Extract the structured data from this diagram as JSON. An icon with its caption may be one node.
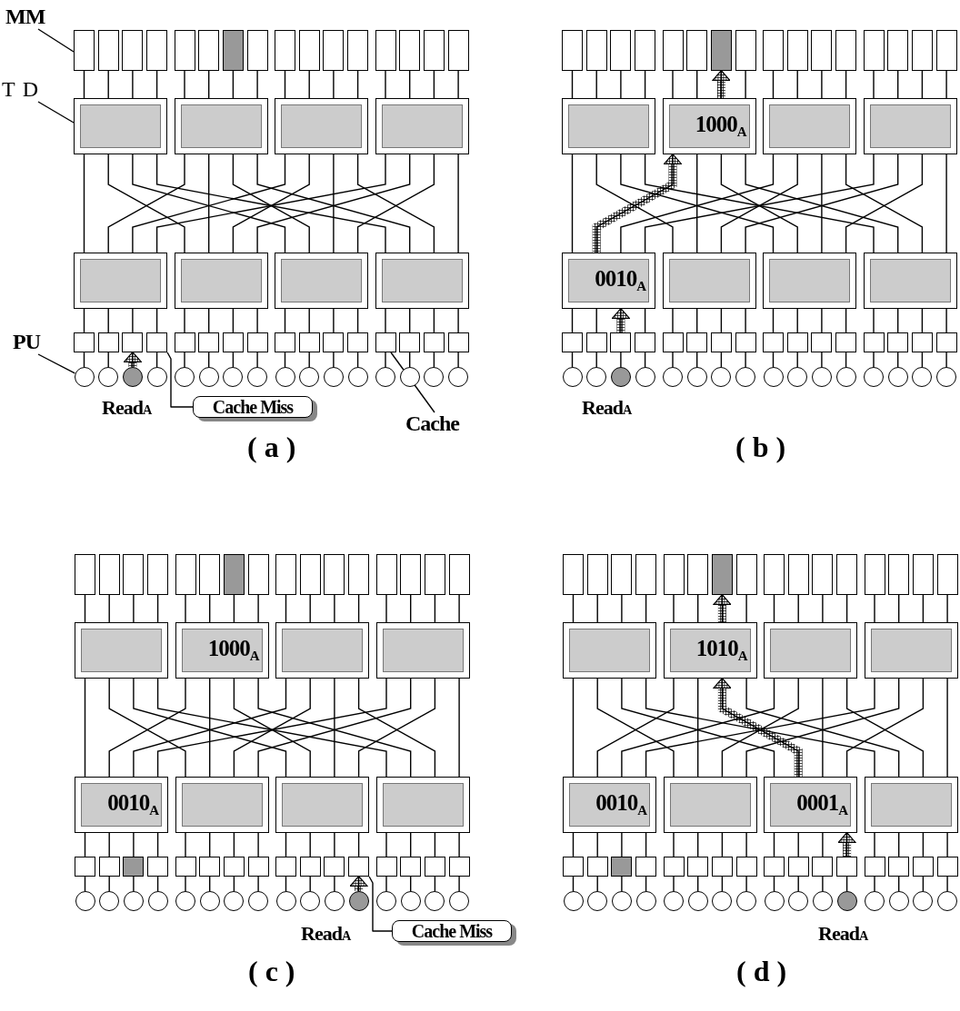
{
  "diagram": {
    "nodes": [
      {
        "text": [],
        "shape": "box"
      },
      {
        "text": [],
        "shape": "box"
      },
      {
        "text": [],
        "shape": "box"
      },
      {
        "text": [],
        "shape": "box"
      },
      {
        "text": [],
        "shape": "box"
      },
      {
        "text": [],
        "shape": "box"
      },
      {
        "text": [],
        "shape": "box"
      },
      {
        "text": [],
        "shape": "box"
      },
      {
        "text": [],
        "shape": "box"
      },
      {
        "text": [],
        "shape": "box"
      },
      {
        "text": [],
        "shape": "box"
      },
      {
        "text": [],
        "shape": "box"
      },
      {
        "text": [],
        "shape": "box"
      },
      {
        "text": [],
        "shape": "box"
      },
      {
        "text": [],
        "shape": "box"
      },
      {
        "text": [],
        "shape": "box"
      },
      {
        "text": [],
        "shape": "box"
      },
      {
        "text": [],
        "shape": "box"
      },
      {
        "text": [],
        "shape": "box"
      },
      {
        "text": [],
        "shape": "box"
      },
      {
        "text": [],
        "shape": "box"
      },
      {
        "text": [],
        "shape": "box"
      },
      {
        "text": [],
        "shape": "box"
      },
      {
        "text": [],
        "shape": "box"
      },
      {
        "text": [],
        "shape": "box"
      },
      {
        "text": [],
        "shape": "box"
      },
      {
        "text": [],
        "shape": "box"
      },
      {
        "text": [],
        "shape": "box"
      },
      {
        "text": [],
        "shape": "box"
      },
      {
        "text": [],
        "shape": "box"
      },
      {
        "text": [],
        "shape": "box"
      },
      {
        "text": [],
        "shape": "box"
      },
      {
        "text": [],
        "shape": "box"
      },
      {
        "text": [],
        "shape": "box"
      },
      {
        "text": [],
        "shape": "box"
      },
      {
        "text": [],
        "shape": "box"
      },
      {
        "text": [],
        "shape": "box"
      },
      {
        "text": [],
        "shape": "box"
      },
      {
        "text": [],
        "shape": "box"
      },
      {
        "text": [],
        "shape": "box"
      },
      {
        "text": [],
        "shape": "circle"
      },
      {
        "text": [],
        "shape": "circle"
      },
      {
        "text": [],
        "shape": "circle"
      },
      {
        "text": [],
        "shape": "circle"
      },
      {
        "text": [],
        "shape": "circle"
      },
      {
        "text": [],
        "shape": "circle"
      },
      {
        "text": [],
        "shape": "circle"
      },
      {
        "text": [],
        "shape": "circle"
      },
      {
        "text": [],
        "shape": "circle"
      },
      {
        "text": [],
        "shape": "circle"
      },
      {
        "text": [],
        "shape": "circle"
      },
      {
        "text": [],
        "shape": "circle"
      },
      {
        "text": [],
        "shape": "circle"
      },
      {
        "text": [],
        "shape": "circle"
      },
      {
        "text": [],
        "shape": "circle"
      },
      {
        "text": [],
        "shape": "circle"
      },
      {
        "text": [],
        "shape": "box"
      },
      {
        "text": [],
        "shape": "box"
      },
      {
        "text": [],
        "shape": "box"
      },
      {
        "text": [],
        "shape": "box"
      },
      {
        "text": [],
        "shape": "box"
      },
      {
        "text": [],
        "shape": "box"
      },
      {
        "text": [],
        "shape": "box"
      },
      {
        "text": [],
        "shape": "box"
      },
      {
        "text": [],
        "shape": "box"
      },
      {
        "text": [],
        "shape": "box"
      },
      {
        "text": [],
        "shape": "box"
      },
      {
        "text": [],
        "shape": "box"
      },
      {
        "text": [],
        "shape": "box"
      },
      {
        "text": [],
        "shape": "box"
      },
      {
        "text": [],
        "shape": "box"
      },
      {
        "text": [],
        "shape": "box"
      },
      {
        "text": [],
        "shape": "box"
      },
      {
        "text": [
          "1000$_{A}$"
        ]
      },
      {
        "text": [],
        "shape": "box"
      },
      {
        "text": [],
        "shape": "box"
      },
      {
        "text": [
          "0010$_{A}$"
        ]
      },
      {
        "text": [],
        "shape": "box"
      },
      {
        "text": [],
        "shape": "box"
      },
      {
        "text": [],
        "shape": "box"
      },
      {
        "text": [],
        "shape": "box"
      },
      {
        "text": [],
        "shape": "box"
      },
      {
        "text": [],
        "shape": "box"
      },
      {
        "text": [],
        "shape": "box"
      },
      {
        "text": [],
        "shape": "box"
      },
      {
        "text": [],
        "shape": "box"
      },
      {
        "text": [],
        "shape": "box"
      },
      {
        "text": [],
        "shape": "box"
      },
      {
        "text": [],
        "shape": "box"
      },
      {
        "text": [],
        "shape": "box"
      },
      {
        "text": [],
        "shape": "box"
      },
      {
        "text": [],
        "shape": "box"
      },
      {
        "text": [],
        "shape": "box"
      },
      {
        "text": [],
        "shape": "box"
      },
      {
        "text": [],
        "shape": "box"
      },
      {
        "text": [],
        "shape": "box"
      },
      {
        "text": [],
        "shape": "circle"
      },
      {
        "text": [],
        "shape": "circle"
      },
      {
        "text": [],
        "shape": "circle"
      },
      {
        "text": [],
        "shape": "circle"
      },
      {
        "text": [],
        "shape": "circle"
      },
      {
        "text": [],
        "shape": "circle"
      },
      {
        "text": [],
        "shape": "circle"
      },
      {
        "text": [],
        "shape": "circle"
      },
      {
        "text": [],
        "shape": "circle"
      },
      {
        "text": [],
        "shape": "circle"
      },
      {
        "text": [],
        "shape": "circle"
      },
      {
        "text": [],
        "shape": "circle"
      },
      {
        "text": [],
        "shape": "circle"
      },
      {
        "text": [],
        "shape": "circle"
      },
      {
        "text": [],
        "shape": "circle"
      },
      {
        "text": [],
        "shape": "circle"
      },
      {
        "text": [],
        "shape": "box"
      },
      {
        "text": [],
        "shape": "box"
      },
      {
        "text": [],
        "shape": "box"
      },
      {
        "text": [],
        "shape": "box"
      },
      {
        "text": [],
        "shape": "box"
      },
      {
        "text": [],
        "shape": "box"
      },
      {
        "text": [],
        "shape": "box"
      },
      {
        "text": [],
        "shape": "box"
      },
      {
        "text": [],
        "shape": "box"
      },
      {
        "text": [],
        "shape": "box"
      },
      {
        "text": [],
        "shape": "box"
      },
      {
        "text": [],
        "shape": "box"
      },
      {
        "text": [],
        "shape": "box"
      },
      {
        "text": [],
        "shape": "box"
      },
      {
        "text": [],
        "shape": "box"
      },
      {
        "text": [],
        "shape": "box"
      },
      {
        "text": [],
        "shape": "box"
      },
      {
        "text": [
          "1000$_{A}$"
        ]
      },
      {
        "text": [],
        "shape": "box"
      },
      {
        "text": [],
        "shape": "box"
      },
      {
        "text": [
          "0010$_{A}$"
        ]
      },
      {
        "text": [],
        "shape": "box"
      },
      {
        "text": [],
        "shape": "box"
      },
      {
        "text": [],
        "shape": "box"
      },
      {
        "text": [],
        "shape": "box"
      },
      {
        "text": [],
        "shape": "box"
      },
      {
        "text": [],
        "shape": "box"
      },
      {
        "text": [],
        "shape": "box"
      },
      {
        "text": [],
        "shape": "box"
      },
      {
        "text": [],
        "shape": "box"
      },
      {
        "text": [],
        "shape": "box"
      },
      {
        "text": [],
        "shape": "box"
      },
      {
        "text": [],
        "shape": "box"
      },
      {
        "text": [],
        "shape": "box"
      },
      {
        "text": [],
        "shape": "box"
      },
      {
        "text": [],
        "shape": "box"
      },
      {
        "text": [],
        "shape": "box"
      },
      {
        "text": [],
        "shape": "box"
      },
      {
        "text": [],
        "shape": "box"
      },
      {
        "text": [],
        "shape": "box"
      },
      {
        "text": [],
        "shape": "circle"
      },
      {
        "text": [],
        "shape": "circle"
      },
      {
        "text": [],
        "shape": "circle"
      },
      {
        "text": [],
        "shape": "circle"
      },
      {
        "text": [],
        "shape": "circle"
      },
      {
        "text": [],
        "shape": "circle"
      },
      {
        "text": [],
        "shape": "circle"
      },
      {
        "text": [],
        "shape": "circle"
      },
      {
        "text": [],
        "shape": "circle"
      },
      {
        "text": [],
        "shape": "circle"
      },
      {
        "text": [],
        "shape": "circle"
      },
      {
        "text": [],
        "shape": "circle"
      },
      {
        "text": [],
        "shape": "circle"
      },
      {
        "text": [],
        "shape": "circle"
      },
      {
        "text": [],
        "shape": "circle"
      },
      {
        "text": [],
        "shape": "circle"
      },
      {
        "text": [],
        "shape": "box"
      },
      {
        "text": [],
        "shape": "box"
      },
      {
        "text": [],
        "shape": "box"
      },
      {
        "text": [],
        "shape": "box"
      },
      {
        "text": [],
        "shape": "box"
      },
      {
        "text": [],
        "shape": "box"
      },
      {
        "text": [],
        "shape": "box"
      },
      {
        "text": [],
        "shape": "box"
      },
      {
        "text": [],
        "shape": "box"
      },
      {
        "text": [],
        "shape": "box"
      },
      {
        "text": [],
        "shape": "box"
      },
      {
        "text": [],
        "shape": "box"
      },
      {
        "text": [],
        "shape": "box"
      },
      {
        "text": [],
        "shape": "box"
      },
      {
        "text": [],
        "shape": "box"
      },
      {
        "text": [],
        "shape": "box"
      },
      {
        "text": [],
        "shape": "box"
      },
      {
        "text": [
          "1010$_{A}$"
        ]
      },
      {
        "text": [],
        "shape": "box"
      },
      {
        "text": [],
        "shape": "box"
      },
      {
        "text": [
          "0010$_{A}$"
        ]
      },
      {
        "text": [],
        "shape": "box"
      },
      {
        "text": [
          "0001$_{A}$"
        ]
      },
      {
        "text": [],
        "shape": "box"
      },
      {
        "text": [],
        "shape": "box"
      },
      {
        "text": [],
        "shape": "box"
      },
      {
        "text": [],
        "shape": "box"
      },
      {
        "text": [],
        "shape": "box"
      },
      {
        "text": [],
        "shape": "box"
      },
      {
        "text": [],
        "shape": "box"
      },
      {
        "text": [],
        "shape": "box"
      },
      {
        "text": [],
        "shape": "box"
      },
      {
        "text": [],
        "shape": "box"
      },
      {
        "text": [],
        "shape": "box"
      },
      {
        "text": [],
        "shape": "box"
      },
      {
        "text": [],
        "shape": "box"
      },
      {
        "text": [],
        "shape": "box"
      },
      {
        "text": [],
        "shape": "box"
      },
      {
        "text": [],
        "shape": "box"
      },
      {
        "text": [],
        "shape": "box"
      },
      {
        "text": [],
        "shape": "circle"
      },
      {
        "text": [],
        "shape": "circle"
      },
      {
        "text": [],
        "shape": "circle"
      },
      {
        "text": [],
        "shape": "circle"
      },
      {
        "text": [],
        "shape": "circle"
      },
      {
        "text": [],
        "shape": "circle"
      },
      {
        "text": [],
        "shape": "circle"
      },
      {
        "text": [],
        "shape": "circle"
      },
      {
        "text": [],
        "shape": "circle"
      },
      {
        "text": [],
        "shape": "circle"
      },
      {
        "text": [],
        "shape": "circle"
      },
      {
        "text": [],
        "shape": "circle"
      },
      {
        "text": [],
        "shape": "circle"
      },
      {
        "text": [],
        "shape": "circle"
      },
      {
        "text": [],
        "shape": "circle"
      },
      {
        "text": [],
        "shape": "circle"
      },
      {
        "text": [
          "MM"
        ]
      },
      {
        "text": [
          "TD"
        ]
      },
      {
        "text": [
          "PU"
        ]
      },
      {
        "text": [
          "Cache"
        ]
      },
      {
        "text": [
          "Cache Miss"
        ]
      },
      {
        "text": [
          "Cache Miss"
        ]
      }
    ],
    "edges": [
      {
        "from": 0,
        "to": 16,
        "arrow": "none"
      },
      {
        "from": 1,
        "to": 16,
        "arrow": "none"
      },
      {
        "from": 2,
        "to": 16,
        "arrow": "none"
      },
      {
        "from": 3,
        "to": 16,
        "arrow": "none"
      },
      {
        "from": 4,
        "to": 17,
        "arrow": "none"
      },
      {
        "from": 5,
        "to": 17,
        "arrow": "none"
      },
      {
        "from": 6,
        "to": 17,
        "arrow": "none"
      },
      {
        "from": 7,
        "to": 17,
        "arrow": "none"
      },
      {
        "from": 8,
        "to": 18,
        "arrow": "none"
      },
      {
        "from": 9,
        "to": 18,
        "arrow": "none"
      },
      {
        "from": 10,
        "to": 18,
        "arrow": "none"
      },
      {
        "from": 11,
        "to": 18,
        "arrow": "none"
      },
      {
        "from": 12,
        "to": 19,
        "arrow": "none"
      },
      {
        "from": 13,
        "to": 19,
        "arrow": "none"
      },
      {
        "from": 14,
        "to": 19,
        "arrow": "none"
      },
      {
        "from": 15,
        "to": 19,
        "arrow": "none"
      },
      {
        "from": 16,
        "to": 20,
        "arrow": "none"
      },
      {
        "from": 16,
        "to": 21,
        "arrow": "none"
      },
      {
        "from": 16,
        "to": 22,
        "arrow": "none"
      },
      {
        "from": 16,
        "to": 23,
        "arrow": "none"
      },
      {
        "from": 17,
        "to": 20,
        "arrow": "none"
      },
      {
        "from": 17,
        "to": 21,
        "arrow": "none"
      },
      {
        "from": 17,
        "to": 22,
        "arrow": "none"
      },
      {
        "from": 17,
        "to": 23,
        "arrow": "none"
      },
      {
        "from": 18,
        "to": 20,
        "arrow": "none"
      },
      {
        "from": 18,
        "to": 21,
        "arrow": "none"
      },
      {
        "from": 18,
        "to": 22,
        "arrow": "none"
      },
      {
        "from": 18,
        "to": 23,
        "arrow": "none"
      },
      {
        "from": 19,
        "to": 20,
        "arrow": "none"
      },
      {
        "from": 19,
        "to": 21,
        "arrow": "none"
      },
      {
        "from": 19,
        "to": 22,
        "arrow": "none"
      },
      {
        "from": 19,
        "to": 23,
        "arrow": "none"
      },
      {
        "from": 20,
        "to": 24,
        "arrow": "none"
      },
      {
        "from": 20,
        "to": 25,
        "arrow": "none"
      },
      {
        "from": 20,
        "to": 26,
        "arrow": "none"
      },
      {
        "from": 20,
        "to": 27,
        "arrow": "none"
      },
      {
        "from": 21,
        "to": 28,
        "arrow": "none"
      },
      {
        "from": 21,
        "to": 29,
        "arrow": "none"
      },
      {
        "from": 21,
        "to": 30,
        "arrow": "none"
      },
      {
        "from": 21,
        "to": 31,
        "arrow": "none"
      },
      {
        "from": 22,
        "to": 32,
        "arrow": "none"
      },
      {
        "from": 22,
        "to": 33,
        "arrow": "none"
      },
      {
        "from": 22,
        "to": 34,
        "arrow": "none"
      },
      {
        "from": 22,
        "to": 35,
        "arrow": "none"
      },
      {
        "from": 23,
        "to": 36,
        "arrow": "none"
      },
      {
        "from": 23,
        "to": 37,
        "arrow": "none"
      },
      {
        "from": 23,
        "to": 38,
        "arrow": "none"
      },
      {
        "from": 23,
        "to": 39,
        "arrow": "none"
      },
      {
        "from": 24,
        "to": 40,
        "arrow": "none"
      },
      {
        "from": 25,
        "to": 41,
        "arrow": "none"
      },
      {
        "from": 26,
        "to": 42,
        "arrow": "none"
      },
      {
        "from": 27,
        "to": 43,
        "arrow": "none"
      },
      {
        "from": 28,
        "to": 44,
        "arrow": "none"
      },
      {
        "from": 29,
        "to": 45,
        "arrow": "none"
      },
      {
        "from": 30,
        "to": 46,
        "arrow": "none"
      },
      {
        "from": 31,
        "to": 47,
        "arrow": "none"
      },
      {
        "from": 32,
        "to": 48,
        "arrow": "none"
      },
      {
        "from": 33,
        "to": 49,
        "arrow": "none"
      },
      {
        "from": 34,
        "to": 50,
        "arrow": "none"
      },
      {
        "from": 35,
        "to": 51,
        "arrow": "none"
      },
      {
        "from": 36,
        "to": 52,
        "arrow": "none"
      },
      {
        "from": 37,
        "to": 53,
        "arrow": "none"
      },
      {
        "from": 38,
        "to": 54,
        "arrow": "none"
      },
      {
        "from": 39,
        "to": 55,
        "arrow": "none"
      },
      {
        "from": 56,
        "to": 72,
        "arrow": "none"
      },
      {
        "from": 57,
        "to": 72,
        "arrow": "none"
      },
      {
        "from": 58,
        "to": 72,
        "arrow": "none"
      },
      {
        "from": 59,
        "to": 72,
        "arrow": "none"
      },
      {
        "from": 60,
        "to": 73,
        "arrow": "none"
      },
      {
        "from": 61,
        "to": 73,
        "arrow": "none"
      },
      {
        "from": 62,
        "to": 73,
        "arrow": "none"
      },
      {
        "from": 63,
        "to": 73,
        "arrow": "none"
      },
      {
        "from": 64,
        "to": 74,
        "arrow": "none"
      },
      {
        "from": 65,
        "to": 74,
        "arrow": "none"
      },
      {
        "from": 66,
        "to": 74,
        "arrow": "none"
      },
      {
        "from": 67,
        "to": 74,
        "arrow": "none"
      },
      {
        "from": 68,
        "to": 75,
        "arrow": "none"
      },
      {
        "from": 69,
        "to": 75,
        "arrow": "none"
      },
      {
        "from": 70,
        "to": 75,
        "arrow": "none"
      },
      {
        "from": 71,
        "to": 75,
        "arrow": "none"
      },
      {
        "from": 72,
        "to": 76,
        "arrow": "none"
      },
      {
        "from": 72,
        "to": 77,
        "arrow": "none"
      },
      {
        "from": 72,
        "to": 78,
        "arrow": "none"
      },
      {
        "from": 72,
        "to": 79,
        "arrow": "none"
      },
      {
        "from": 73,
        "to": 76,
        "arrow": "none"
      },
      {
        "from": 73,
        "to": 77,
        "arrow": "none"
      },
      {
        "from": 73,
        "to": 78,
        "arrow": "none"
      },
      {
        "from": 73,
        "to": 79,
        "arrow": "none"
      },
      {
        "from": 74,
        "to": 76,
        "arrow": "none"
      },
      {
        "from": 74,
        "to": 77,
        "arrow": "none"
      },
      {
        "from": 74,
        "to": 78,
        "arrow": "none"
      },
      {
        "from": 74,
        "to": 79,
        "arrow": "none"
      },
      {
        "from": 75,
        "to": 76,
        "arrow": "none"
      },
      {
        "from": 75,
        "to": 77,
        "arrow": "none"
      },
      {
        "from": 75,
        "to": 78,
        "arrow": "none"
      },
      {
        "from": 75,
        "to": 79,
        "arrow": "none"
      },
      {
        "from": 76,
        "to": 80,
        "arrow": "none"
      },
      {
        "from": 76,
        "to": 81,
        "arrow": "none"
      },
      {
        "from": 76,
        "to": 82,
        "arrow": "none"
      },
      {
        "from": 76,
        "to": 83,
        "arrow": "none"
      },
      {
        "from": 77,
        "to": 84,
        "arrow": "none"
      },
      {
        "from": 77,
        "to": 85,
        "arrow": "none"
      },
      {
        "from": 77,
        "to": 86,
        "arrow": "none"
      },
      {
        "from": 77,
        "to": 87,
        "arrow": "none"
      },
      {
        "from": 78,
        "to": 88,
        "arrow": "none"
      },
      {
        "from": 78,
        "to": 89,
        "arrow": "none"
      },
      {
        "from": 78,
        "to": 90,
        "arrow": "none"
      },
      {
        "from": 78,
        "to": 91,
        "arrow": "none"
      },
      {
        "from": 79,
        "to": 92,
        "arrow": "none"
      },
      {
        "from": 79,
        "to": 93,
        "arrow": "none"
      },
      {
        "from": 79,
        "to": 94,
        "arrow": "none"
      },
      {
        "from": 79,
        "to": 95,
        "arrow": "none"
      },
      {
        "from": 80,
        "to": 96,
        "arrow": "none"
      },
      {
        "from": 81,
        "to": 97,
        "arrow": "none"
      },
      {
        "from": 82,
        "to": 98,
        "arrow": "none"
      },
      {
        "from": 83,
        "to": 99,
        "arrow": "none"
      },
      {
        "from": 84,
        "to": 100,
        "arrow": "none"
      },
      {
        "from": 85,
        "to": 101,
        "arrow": "none"
      },
      {
        "from": 86,
        "to": 102,
        "arrow": "none"
      },
      {
        "from": 87,
        "to": 103,
        "arrow": "none"
      },
      {
        "from": 88,
        "to": 104,
        "arrow": "none"
      },
      {
        "from": 89,
        "to": 105,
        "arrow": "none"
      },
      {
        "from": 90,
        "to": 106,
        "arrow": "none"
      },
      {
        "from": 91,
        "to": 107,
        "arrow": "none"
      },
      {
        "from": 92,
        "to": 108,
        "arrow": "none"
      },
      {
        "from": 93,
        "to": 109,
        "arrow": "none"
      },
      {
        "from": 94,
        "to": 110,
        "arrow": "none"
      },
      {
        "from": 95,
        "to": 111,
        "arrow": "none"
      },
      {
        "from": 112,
        "to": 128,
        "arrow": "none"
      },
      {
        "from": 113,
        "to": 128,
        "arrow": "none"
      },
      {
        "from": 114,
        "to": 128,
        "arrow": "none"
      },
      {
        "from": 115,
        "to": 128,
        "arrow": "none"
      },
      {
        "from": 116,
        "to": 129,
        "arrow": "none"
      },
      {
        "from": 117,
        "to": 129,
        "arrow": "none"
      },
      {
        "from": 118,
        "to": 129,
        "arrow": "none"
      },
      {
        "from": 119,
        "to": 129,
        "arrow": "none"
      },
      {
        "from": 120,
        "to": 130,
        "arrow": "none"
      },
      {
        "from": 121,
        "to": 130,
        "arrow": "none"
      },
      {
        "from": 122,
        "to": 130,
        "arrow": "none"
      },
      {
        "from": 123,
        "to": 130,
        "arrow": "none"
      },
      {
        "from": 124,
        "to": 131,
        "arrow": "none"
      },
      {
        "from": 125,
        "to": 131,
        "arrow": "none"
      },
      {
        "from": 126,
        "to": 131,
        "arrow": "none"
      },
      {
        "from": 127,
        "to": 131,
        "arrow": "none"
      },
      {
        "from": 128,
        "to": 132,
        "arrow": "none"
      },
      {
        "from": 128,
        "to": 133,
        "arrow": "none"
      },
      {
        "from": 128,
        "to": 134,
        "arrow": "none"
      },
      {
        "from": 128,
        "to": 135,
        "arrow": "none"
      },
      {
        "from": 129,
        "to": 132,
        "arrow": "none"
      },
      {
        "from": 129,
        "to": 133,
        "arrow": "none"
      },
      {
        "from": 129,
        "to": 134,
        "arrow": "none"
      },
      {
        "from": 129,
        "to": 135,
        "arrow": "none"
      },
      {
        "from": 130,
        "to": 132,
        "arrow": "none"
      },
      {
        "from": 130,
        "to": 133,
        "arrow": "none"
      },
      {
        "from": 130,
        "to": 134,
        "arrow": "none"
      },
      {
        "from": 130,
        "to": 135,
        "arrow": "none"
      },
      {
        "from": 131,
        "to": 132,
        "arrow": "none"
      },
      {
        "from": 131,
        "to": 133,
        "arrow": "none"
      },
      {
        "from": 131,
        "to": 134,
        "arrow": "none"
      },
      {
        "from": 131,
        "to": 135,
        "arrow": "none"
      },
      {
        "from": 132,
        "to": 136,
        "arrow": "none"
      },
      {
        "from": 132,
        "to": 137,
        "arrow": "none"
      },
      {
        "from": 132,
        "to": 138,
        "arrow": "none"
      },
      {
        "from": 132,
        "to": 139,
        "arrow": "none"
      },
      {
        "from": 133,
        "to": 140,
        "arrow": "none"
      },
      {
        "from": 133,
        "to": 141,
        "arrow": "none"
      },
      {
        "from": 133,
        "to": 142,
        "arrow": "none"
      },
      {
        "from": 133,
        "to": 143,
        "arrow": "none"
      },
      {
        "from": 134,
        "to": 144,
        "arrow": "none"
      },
      {
        "from": 134,
        "to": 145,
        "arrow": "none"
      },
      {
        "from": 134,
        "to": 146,
        "arrow": "none"
      },
      {
        "from": 134,
        "to": 147,
        "arrow": "none"
      },
      {
        "from": 135,
        "to": 148,
        "arrow": "none"
      },
      {
        "from": 135,
        "to": 149,
        "arrow": "none"
      },
      {
        "from": 135,
        "to": 150,
        "arrow": "none"
      },
      {
        "from": 135,
        "to": 151,
        "arrow": "none"
      },
      {
        "from": 136,
        "to": 152,
        "arrow": "none"
      },
      {
        "from": 137,
        "to": 153,
        "arrow": "none"
      },
      {
        "from": 138,
        "to": 154,
        "arrow": "none"
      },
      {
        "from": 139,
        "to": 155,
        "arrow": "none"
      },
      {
        "from": 140,
        "to": 156,
        "arrow": "none"
      },
      {
        "from": 141,
        "to": 157,
        "arrow": "none"
      },
      {
        "from": 142,
        "to": 158,
        "arrow": "none"
      },
      {
        "from": 143,
        "to": 159,
        "arrow": "none"
      },
      {
        "from": 144,
        "to": 160,
        "arrow": "none"
      },
      {
        "from": 145,
        "to": 161,
        "arrow": "none"
      },
      {
        "from": 146,
        "to": 162,
        "arrow": "none"
      },
      {
        "from": 147,
        "to": 163,
        "arrow": "none"
      },
      {
        "from": 148,
        "to": 164,
        "arrow": "none"
      },
      {
        "from": 149,
        "to": 165,
        "arrow": "none"
      },
      {
        "from": 150,
        "to": 166,
        "arrow": "none"
      },
      {
        "from": 151,
        "to": 167,
        "arrow": "none"
      },
      {
        "from": 168,
        "to": 184,
        "arrow": "none"
      },
      {
        "from": 169,
        "to": 184,
        "arrow": "none"
      },
      {
        "from": 170,
        "to": 184,
        "arrow": "none"
      },
      {
        "from": 171,
        "to": 184,
        "arrow": "none"
      },
      {
        "from": 172,
        "to": 185,
        "arrow": "none"
      },
      {
        "from": 173,
        "to": 185,
        "arrow": "none"
      },
      {
        "from": 174,
        "to": 185,
        "arrow": "none"
      },
      {
        "from": 175,
        "to": 185,
        "arrow": "none"
      },
      {
        "from": 176,
        "to": 186,
        "arrow": "none"
      },
      {
        "from": 177,
        "to": 186,
        "arrow": "none"
      },
      {
        "from": 178,
        "to": 186,
        "arrow": "none"
      },
      {
        "from": 179,
        "to": 186,
        "arrow": "none"
      },
      {
        "from": 180,
        "to": 187,
        "arrow": "none"
      },
      {
        "from": 181,
        "to": 187,
        "arrow": "none"
      },
      {
        "from": 182,
        "to": 187,
        "arrow": "none"
      },
      {
        "from": 183,
        "to": 187,
        "arrow": "none"
      },
      {
        "from": 184,
        "to": 188,
        "arrow": "none"
      },
      {
        "from": 184,
        "to": 189,
        "arrow": "none"
      },
      {
        "from": 184,
        "to": 190,
        "arrow": "none"
      },
      {
        "from": 184,
        "to": 191,
        "arrow": "none"
      },
      {
        "from": 185,
        "to": 188,
        "arrow": "none"
      },
      {
        "from": 185,
        "to": 189,
        "arrow": "none"
      },
      {
        "from": 185,
        "to": 190,
        "arrow": "none"
      },
      {
        "from": 185,
        "to": 191,
        "arrow": "none"
      },
      {
        "from": 186,
        "to": 188,
        "arrow": "none"
      },
      {
        "from": 186,
        "to": 189,
        "arrow": "none"
      },
      {
        "from": 186,
        "to": 190,
        "arrow": "none"
      },
      {
        "from": 186,
        "to": 191,
        "arrow": "none"
      },
      {
        "from": 187,
        "to": 188,
        "arrow": "none"
      },
      {
        "from": 187,
        "to": 189,
        "arrow": "none"
      },
      {
        "from": 187,
        "to": 190,
        "arrow": "none"
      },
      {
        "from": 187,
        "to": 191,
        "arrow": "none"
      },
      {
        "from": 188,
        "to": 192,
        "arrow": "none"
      },
      {
        "from": 188,
        "to": 193,
        "arrow": "none"
      },
      {
        "from": 188,
        "to": 194,
        "arrow": "none"
      },
      {
        "from": 188,
        "to": 195,
        "arrow": "none"
      },
      {
        "from": 189,
        "to": 196,
        "arrow": "none"
      },
      {
        "from": 189,
        "to": 197,
        "arrow": "none"
      },
      {
        "from": 189,
        "to": 198,
        "arrow": "none"
      },
      {
        "from": 189,
        "to": 199,
        "arrow": "none"
      },
      {
        "from": 190,
        "to": 200,
        "arrow": "none"
      },
      {
        "from": 190,
        "to": 201,
        "arrow": "none"
      },
      {
        "from": 190,
        "to": 202,
        "arrow": "none"
      },
      {
        "from": 190,
        "to": 203,
        "arrow": "none"
      },
      {
        "from": 191,
        "to": 204,
        "arrow": "none"
      },
      {
        "from": 191,
        "to": 205,
        "arrow": "none"
      },
      {
        "from": 191,
        "to": 206,
        "arrow": "none"
      },
      {
        "from": 191,
        "to": 207,
        "arrow": "none"
      },
      {
        "from": 192,
        "to": 208,
        "arrow": "none"
      },
      {
        "from": 193,
        "to": 209,
        "arrow": "none"
      },
      {
        "from": 194,
        "to": 210,
        "arrow": "none"
      },
      {
        "from": 195,
        "to": 211,
        "arrow": "none"
      },
      {
        "from": 196,
        "to": 212,
        "arrow": "none"
      },
      {
        "from": 197,
        "to": 213,
        "arrow": "none"
      },
      {
        "from": 198,
        "to": 214,
        "arrow": "none"
      },
      {
        "from": 199,
        "to": 215,
        "arrow": "none"
      },
      {
        "from": 200,
        "to": 216,
        "arrow": "none"
      },
      {
        "from": 201,
        "to": 217,
        "arrow": "none"
      },
      {
        "from": 202,
        "to": 218,
        "arrow": "none"
      },
      {
        "from": 203,
        "to": 219,
        "arrow": "none"
      },
      {
        "from": 204,
        "to": 220,
        "arrow": "none"
      },
      {
        "from": 205,
        "to": 221,
        "arrow": "none"
      },
      {
        "from": 206,
        "to": 222,
        "arrow": "none"
      },
      {
        "from": 207,
        "to": 223,
        "arrow": "none"
      },
      {
        "from": 224,
        "to": 0,
        "arrow": "none"
      },
      {
        "from": 225,
        "to": 16,
        "arrow": "none"
      },
      {
        "from": 226,
        "to": 40,
        "arrow": "none"
      },
      {
        "from": 227,
        "to": 36,
        "arrow": "none"
      },
      {
        "from": 228,
        "to": 27,
        "arrow": "none"
      },
      {
        "from": 229,
        "to": 147,
        "arrow": "none"
      },
      {
        "from": 42,
        "to": 26,
        "arrow": "to",
        "style": "thick"
      },
      {
        "from": 82,
        "to": 76,
        "arrow": "to",
        "style": "thick"
      },
      {
        "from": 76,
        "to": 73,
        "arrow": "to",
        "style": "thick"
      },
      {
        "from": 73,
        "to": 62,
        "arrow": "to",
        "style": "thick"
      },
      {
        "from": 163,
        "to": 147,
        "arrow": "to",
        "style": "thick"
      },
      {
        "from": 203,
        "to": 190,
        "arrow": "to",
        "style": "thick"
      },
      {
        "from": 190,
        "to": 185,
        "arrow": "to",
        "style": "thick"
      },
      {
        "from": 185,
        "to": 174,
        "arrow": "to",
        "style": "thick"
      }
    ],
    "labels": [
      "Read$_{A}$",
      "Read$_{A}$",
      "( a )",
      "( b )",
      "Read$_{A}$",
      "Read$_{A}$",
      "( c )",
      "( d )"
    ]
  }
}
